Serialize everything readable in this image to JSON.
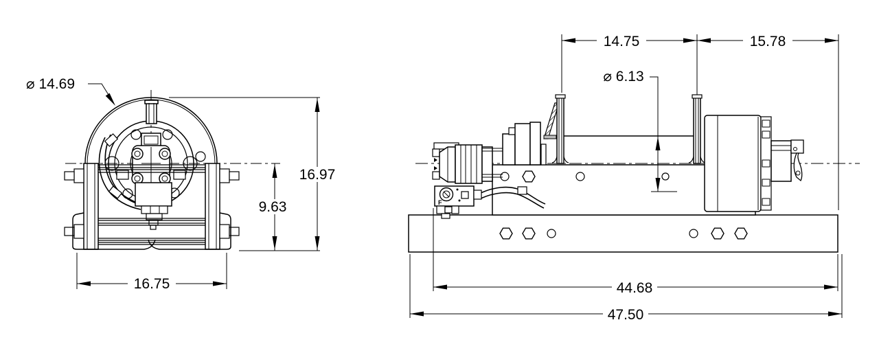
{
  "drawing": {
    "front_view": {
      "drum_diameter_label": "⌀ 14.69",
      "overall_height": "16.97",
      "centerline_height": "9.63",
      "base_width": "16.75"
    },
    "side_view": {
      "drum_section_length": "14.75",
      "motor_section_length": "15.78",
      "barrel_diameter_label": "⌀ 6.13",
      "mount_length": "44.68",
      "overall_length": "47.50",
      "valve_port_label": "F"
    },
    "line_color": "#000000",
    "background_color": "#ffffff"
  }
}
